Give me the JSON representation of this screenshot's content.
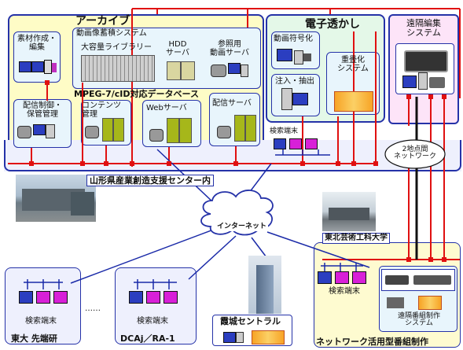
{
  "archive": {
    "title": "アーカイブ",
    "material": "素材作成・\n編集",
    "video_system": "動画像蓄積システム",
    "large_library": "大容量ライブラリー",
    "hdd_server": "HDD\nサーバ",
    "ref_server": "参照用\n動画サーバ",
    "db_title": "MPEG-7/cID対応データベース",
    "dist_control": "配信制御・\n保管管理",
    "content_mgmt": "コンテンツ\n管理",
    "web_server": "Webサーバ",
    "dist_server": "配信サーバ"
  },
  "watermark": {
    "title": "電子透かし",
    "encode": "動画符号化",
    "inject": "注入・抽出",
    "overlay": "重畳化\nシステム"
  },
  "remote_edit": {
    "title": "遠隔編集\nシステム"
  },
  "search_terminal": "検索端末",
  "two_point_net": "2地点間\nネットワーク",
  "center": "山形県産業創造支援センター内",
  "internet": "インターネット",
  "tohoku": "東北芸術工科大学",
  "network_program": {
    "title": "ネットワーク活用型番組制作",
    "search": "検索端末",
    "remote_prod": "遠隔番組制作\nシステム"
  },
  "todai": {
    "search": "検索端末",
    "name": "東大 先端研"
  },
  "ellipsis": "……",
  "dcaj": {
    "search": "検索端末",
    "name": "DCAj／RA-1"
  },
  "kasumi": "霞城セントラル",
  "colors": {
    "archive_bg": "#fefcc6",
    "sub_bg": "#e8f5fc",
    "watermark_bg": "#e4f8e8",
    "remote_bg": "#fde4f8",
    "lower_bg": "#eef0fd",
    "network_bg": "#fefbd0",
    "blue_border": "#2532a8",
    "red_line": "#e01010",
    "panel_green": "#a6b71a",
    "accent_orange": "#f7a325"
  }
}
